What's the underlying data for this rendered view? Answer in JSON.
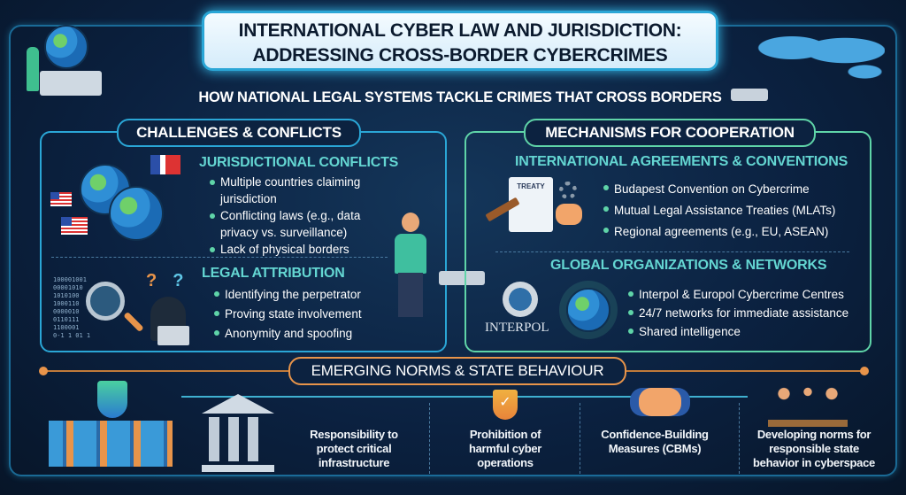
{
  "header": {
    "title_line1": "INTERNATIONAL CYBER LAW AND JURISDICTION:",
    "title_line2": "ADDRESSING CROSS-BORDER CYBERCRIMES",
    "subtitle": "HOW NATIONAL LEGAL SYSTEMS TACKLE CRIMES THAT CROSS BORDERS"
  },
  "challenges": {
    "title": "CHALLENGES & CONFLICTS",
    "jurisdiction": {
      "title": "JURISDICTIONAL CONFLICTS",
      "items": [
        "Multiple countries claiming jurisdiction",
        "Conflicting laws (e.g., data privacy vs. surveillance)",
        "Lack of physical borders"
      ]
    },
    "attribution": {
      "title": "LEGAL ATTRIBUTION",
      "items": [
        "Identifying the perpetrator",
        "Proving state involvement",
        "Anonymity and spoofing"
      ],
      "binary": [
        "100001001",
        "00001010",
        "1010100",
        "1000110",
        "0000010",
        "0110111",
        "1100001",
        "0-1  1 01 1"
      ]
    }
  },
  "cooperation": {
    "title": "MECHANISMS FOR COOPERATION",
    "agreements": {
      "title": "INTERNATIONAL AGREEMENTS & CONVENTIONS",
      "treaty_label": "TREATY",
      "items": [
        "Budapest Convention on Cybercrime",
        "Mutual Legal Assistance Treaties (MLATs)",
        "Regional agreements (e.g., EU, ASEAN)"
      ]
    },
    "organizations": {
      "title": "GLOBAL ORGANIZATIONS & NETWORKS",
      "logo_text": "INTERPOL",
      "items": [
        "Interpol & Europol Cybercrime Centres",
        "24/7 networks for immediate assistance",
        "Shared intelligence"
      ]
    }
  },
  "norms": {
    "title": "EMERGING NORMS & STATE BEHAVIOUR",
    "items": [
      "Responsibility to protect critical infrastructure",
      "Prohibition of harmful cyber operations",
      "Confidence-Building Measures (CBMs)",
      "Developing norms for responsible state behavior in cyberspace"
    ]
  },
  "colors": {
    "cyan": "#2aa6d6",
    "teal": "#64d6d2",
    "green": "#5fd4a8",
    "orange": "#e8944a"
  }
}
